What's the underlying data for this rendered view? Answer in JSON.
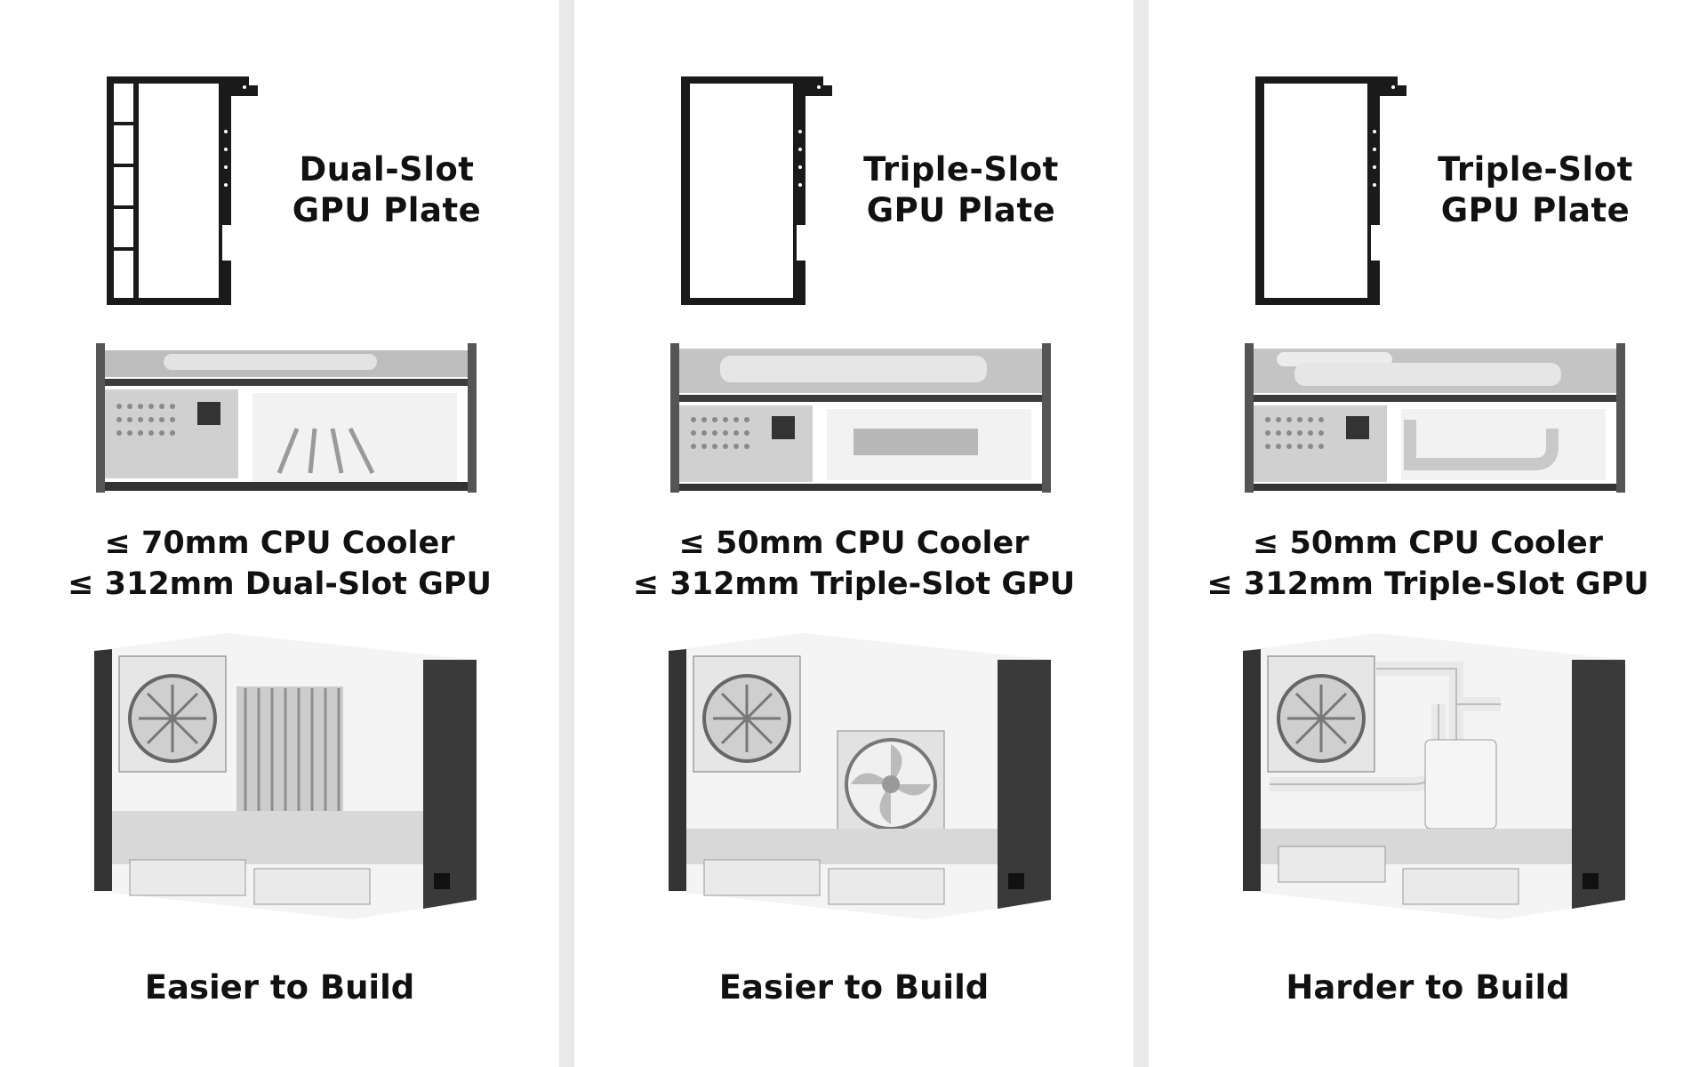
{
  "panels": [
    {
      "plate_title": "Dual-Slot",
      "plate_subtitle": "GPU Plate",
      "cpu_spec": "≤ 70mm CPU Cooler",
      "gpu_spec": "≤ 312mm Dual-Slot GPU",
      "difficulty": "Easier to Build",
      "cooler": "tower-heatsink"
    },
    {
      "plate_title": "Triple-Slot",
      "plate_subtitle": "GPU Plate",
      "cpu_spec": "≤ 50mm CPU Cooler",
      "gpu_spec": "≤ 312mm Triple-Slot GPU",
      "difficulty": "Easier to Build",
      "cooler": "low-profile-fan"
    },
    {
      "plate_title": "Triple-Slot",
      "plate_subtitle": "GPU Plate",
      "cpu_spec": "≤ 50mm CPU Cooler",
      "gpu_spec": "≤ 312mm Triple-Slot GPU",
      "difficulty": "Harder to Build",
      "cooler": "custom-water-loop"
    }
  ]
}
